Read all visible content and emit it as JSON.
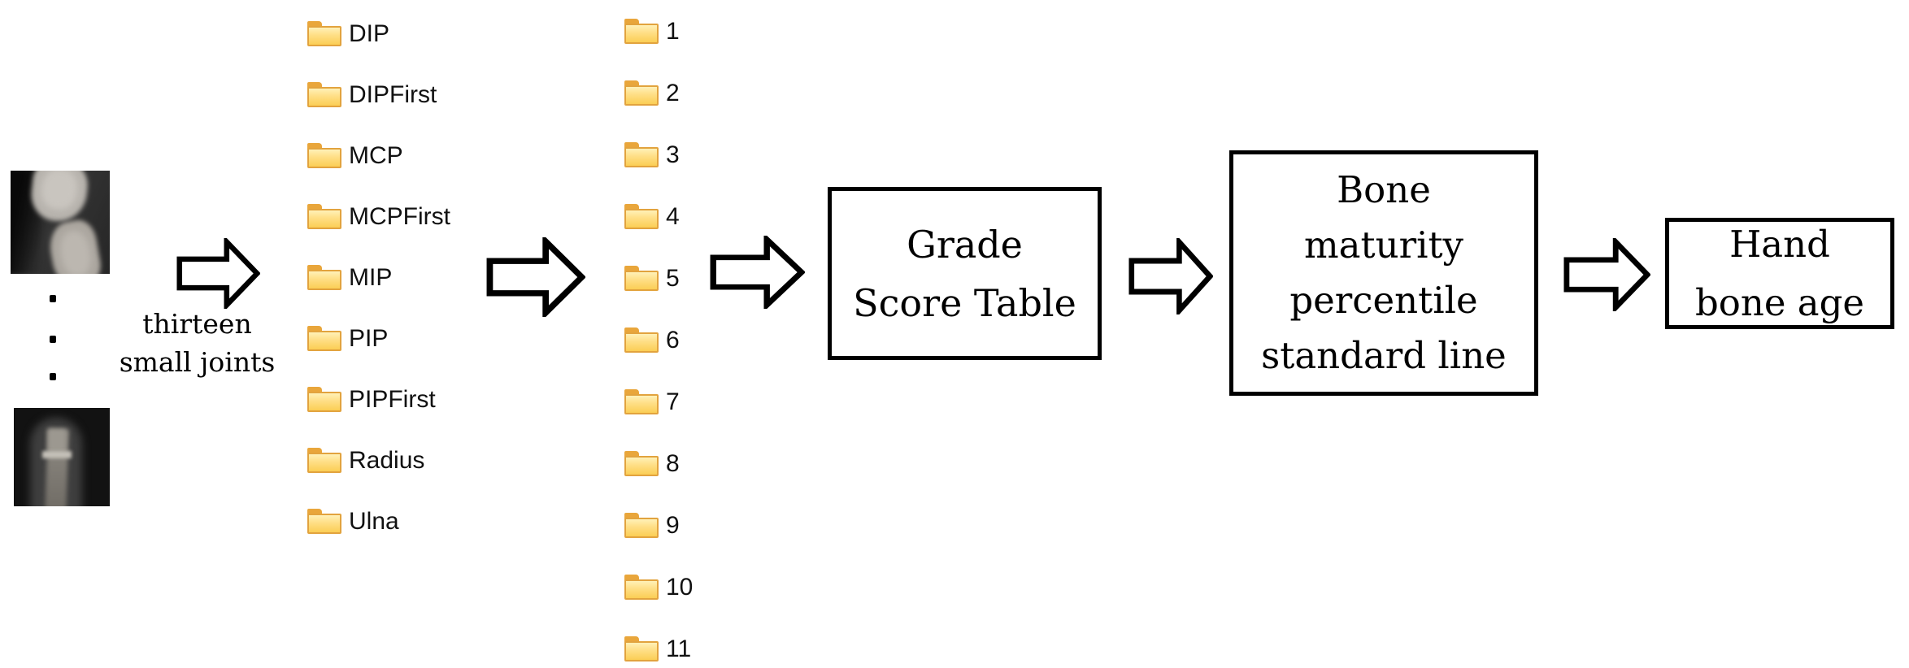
{
  "diagram": {
    "input": {
      "line1": "thirteen",
      "line2": "small joints"
    },
    "joint_folders": [
      "DIP",
      "DIPFirst",
      "MCP",
      "MCPFirst",
      "MIP",
      "PIP",
      "PIPFirst",
      "Radius",
      "Ulna"
    ],
    "grade_folders": [
      "1",
      "2",
      "3",
      "4",
      "5",
      "6",
      "7",
      "8",
      "9",
      "10",
      "11"
    ],
    "boxes": [
      {
        "name": "grade-score-table",
        "lines": [
          "Grade",
          "Score Table"
        ]
      },
      {
        "name": "bone-maturity-percentile",
        "lines": [
          "Bone",
          "maturity",
          "percentile",
          "standard line"
        ]
      },
      {
        "name": "hand-bone-age",
        "lines": [
          "Hand",
          "bone age"
        ]
      }
    ],
    "colors": {
      "background": "#FFFFFF",
      "text": "#000000",
      "box_border": "#000000",
      "arrow_outline": "#000000",
      "folder_tab": "#E9A63B",
      "folder_body_top": "#FFF1B8",
      "folder_body_bottom": "#FBCE55",
      "folder_border": "#E2A33E"
    },
    "icons": [
      "folder-icon",
      "block-arrow-right-icon"
    ]
  }
}
